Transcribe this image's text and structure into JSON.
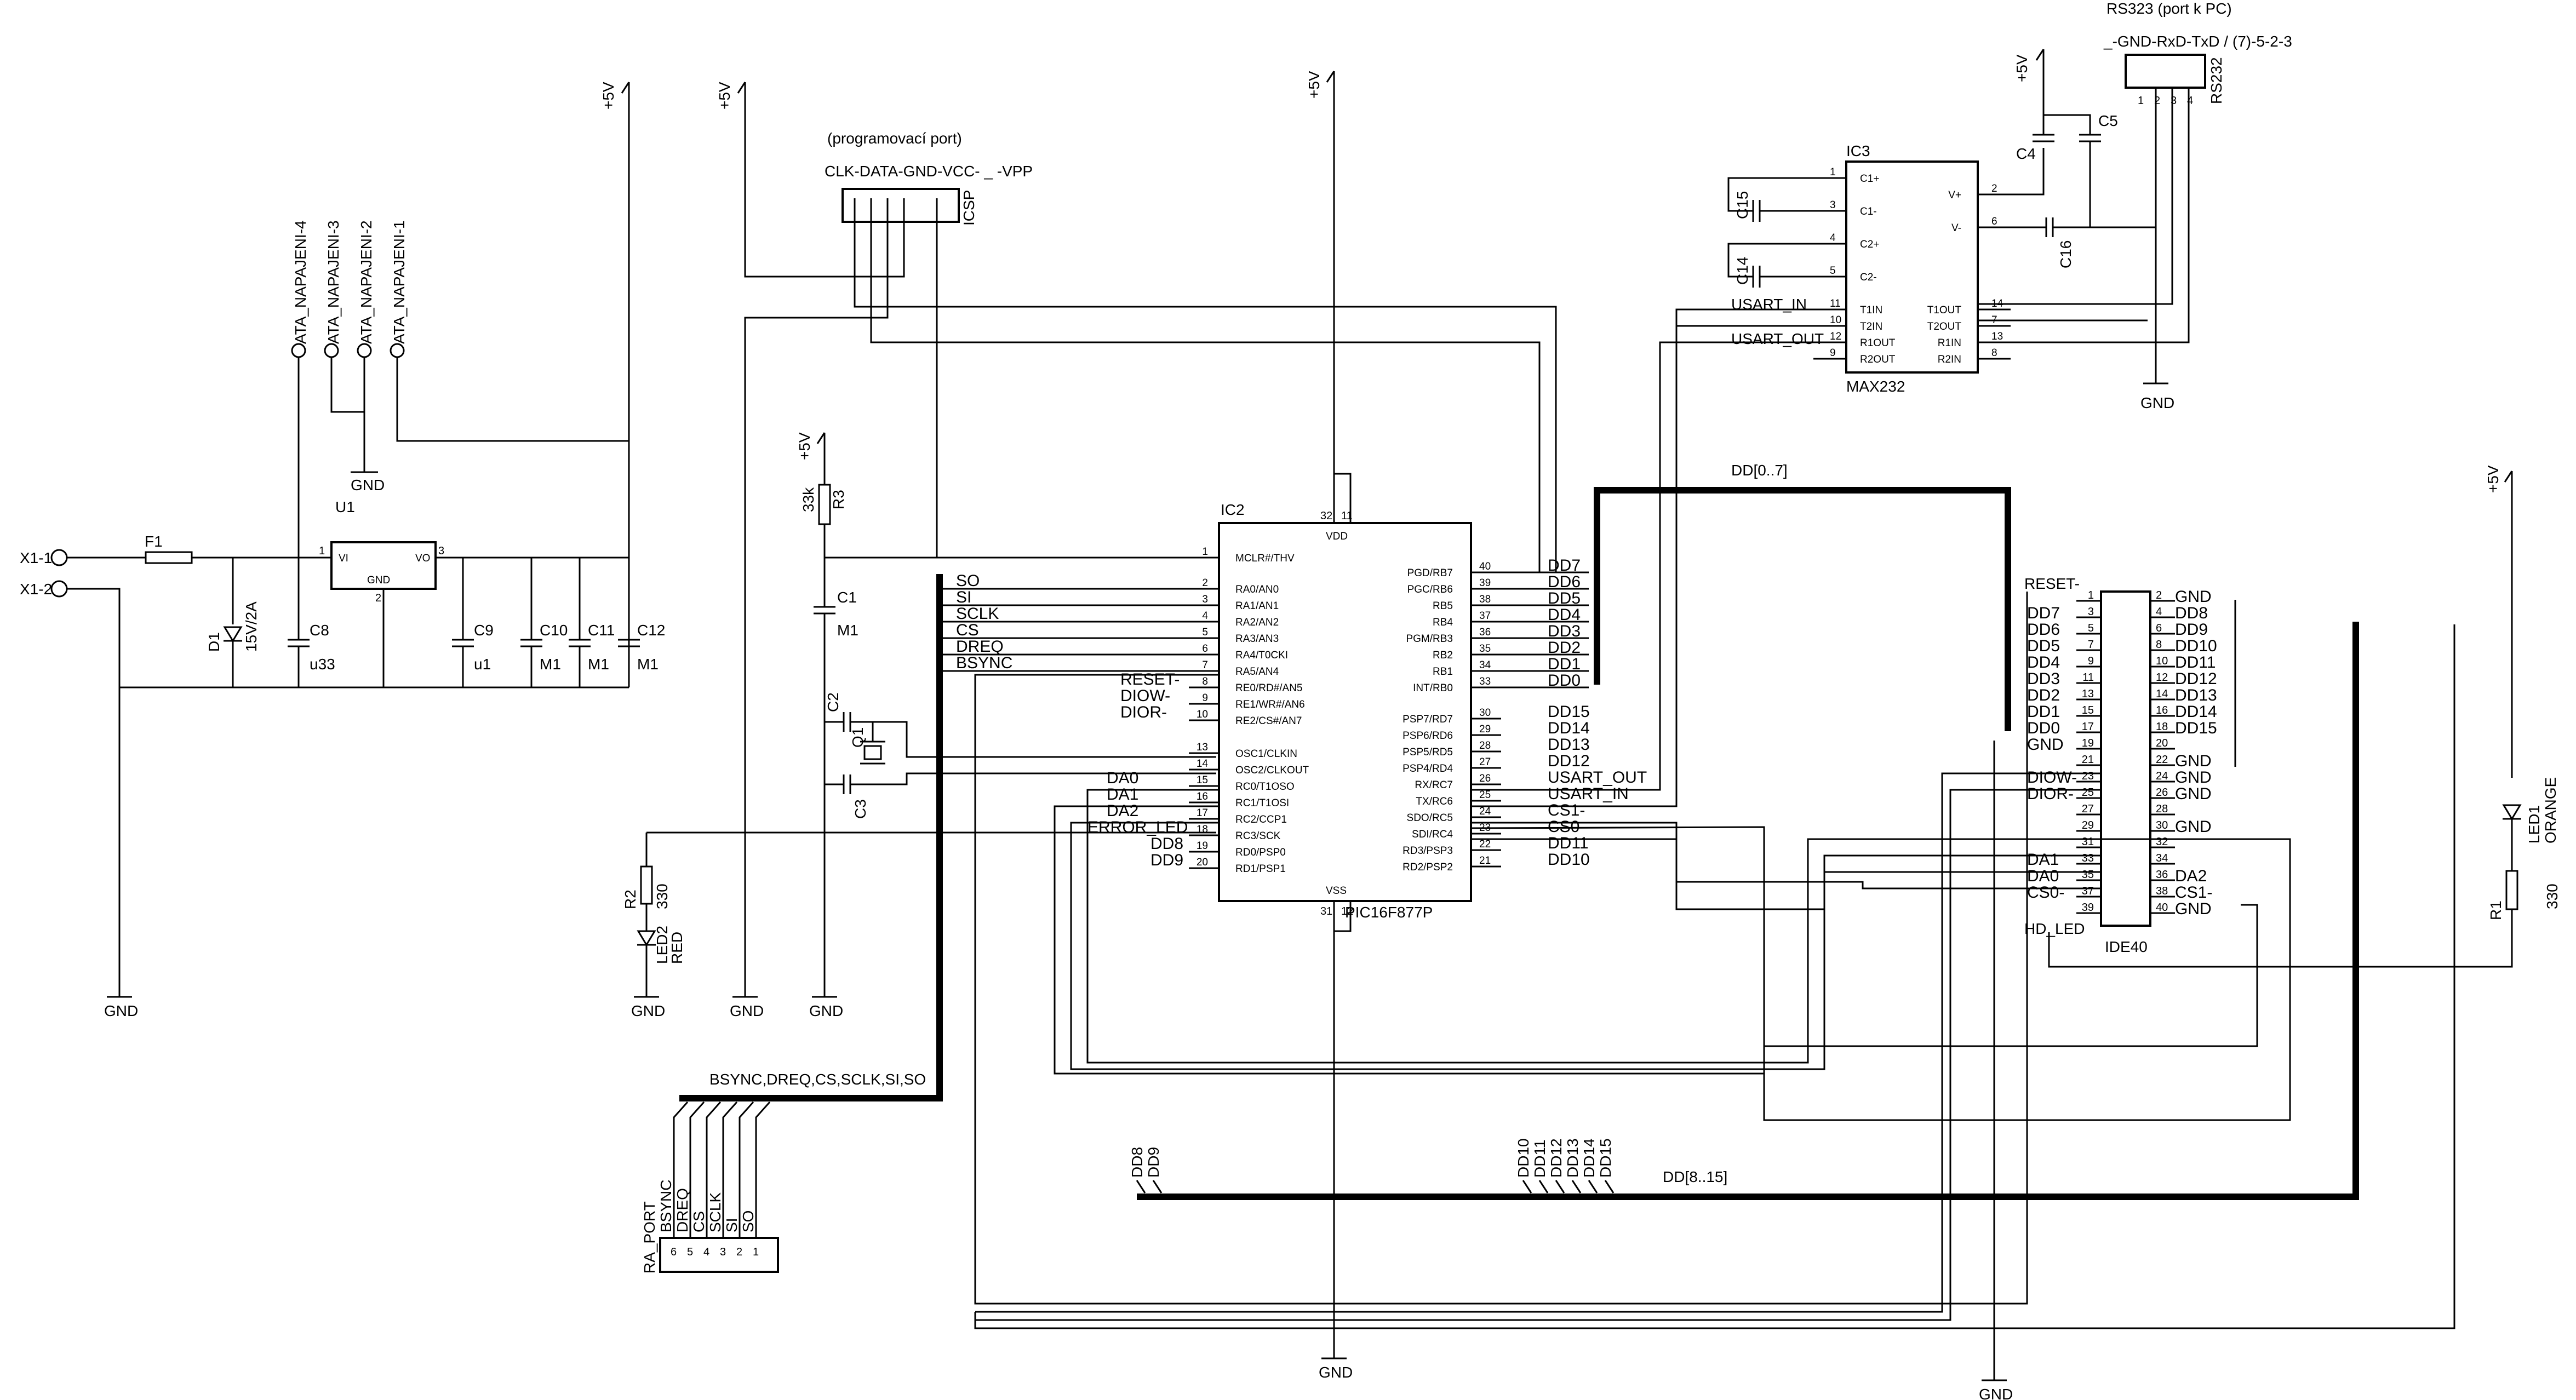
{
  "power": {
    "vcc_label": "+5V",
    "gnd_label": "GND"
  },
  "connectors": {
    "x1_1": "X1-1",
    "x1_2": "X1-2",
    "icsp_title": "(programovací port)",
    "icsp_pins": "CLK-DATA-GND-VCC- _ -VPP",
    "icsp_ref": "ICSP",
    "rs232_title": "RS323 (port k PC)",
    "rs232_pins": "_-GND-RxD-TxD / (7)-5-2-3",
    "rs232_ref": "RS232",
    "ra_port_ref": "RA_PORT",
    "ra_port_bus": "BSYNC,DREQ,CS,SCLK,SI,SO",
    "ra_port_pins": [
      "BSYNC",
      "DREQ",
      "CS",
      "SCLK",
      "SI",
      "SO"
    ],
    "ata_power": [
      "ATA_NAPAJENI-4",
      "ATA_NAPAJENI-3",
      "ATA_NAPAJENI-2",
      "ATA_NAPAJENI-1"
    ]
  },
  "components": {
    "f1": "F1",
    "d1": "D1",
    "d1_val": "15V/2A",
    "u1": "U1",
    "u1_vi": "VI",
    "u1_vo": "VO",
    "u1_gnd": "GND",
    "c8": "C8",
    "c8_val": "u33",
    "c9": "C9",
    "c9_val": "u1",
    "c10": "C10",
    "c10_val": "M1",
    "c11": "C11",
    "c11_val": "M1",
    "c12": "C12",
    "c12_val": "M1",
    "r3": "R3",
    "r3_val": "33k",
    "c1": "C1",
    "c1_val": "M1",
    "c2": "C2",
    "c3": "C3",
    "q1": "Q1",
    "r2": "R2",
    "r2_val": "330",
    "led2": "LED2",
    "led2_val": "RED",
    "r1": "R1",
    "r1_val": "330",
    "led1": "LED1",
    "led1_val": "ORANGE",
    "c4": "C4",
    "c5": "C5",
    "c14": "C14",
    "c15": "C15",
    "c16": "C16"
  },
  "ic2": {
    "ref": "IC2",
    "part": "PIC16F877P",
    "vdd": "VDD",
    "vss": "VSS",
    "left_pins": [
      {
        "num": "1",
        "name": "MCLR#/THV"
      },
      {
        "num": "2",
        "name": "RA0/AN0"
      },
      {
        "num": "3",
        "name": "RA1/AN1"
      },
      {
        "num": "4",
        "name": "RA2/AN2"
      },
      {
        "num": "5",
        "name": "RA3/AN3"
      },
      {
        "num": "6",
        "name": "RA4/T0CKI"
      },
      {
        "num": "7",
        "name": "RA5/AN4"
      },
      {
        "num": "8",
        "name": "RE0/RD#/AN5"
      },
      {
        "num": "9",
        "name": "RE1/WR#/AN6"
      },
      {
        "num": "10",
        "name": "RE2/CS#/AN7"
      },
      {
        "num": "13",
        "name": "OSC1/CLKIN"
      },
      {
        "num": "14",
        "name": "OSC2/CLKOUT"
      },
      {
        "num": "15",
        "name": "RC0/T1OSO"
      },
      {
        "num": "16",
        "name": "RC1/T1OSI"
      },
      {
        "num": "17",
        "name": "RC2/CCP1"
      },
      {
        "num": "18",
        "name": "RC3/SCK"
      },
      {
        "num": "19",
        "name": "RD0/PSP0"
      },
      {
        "num": "20",
        "name": "RD1/PSP1"
      }
    ],
    "right_pins": [
      {
        "num": "40",
        "name": "PGD/RB7"
      },
      {
        "num": "39",
        "name": "PGC/RB6"
      },
      {
        "num": "38",
        "name": "RB5"
      },
      {
        "num": "37",
        "name": "RB4"
      },
      {
        "num": "36",
        "name": "PGM/RB3"
      },
      {
        "num": "35",
        "name": "RB2"
      },
      {
        "num": "34",
        "name": "RB1"
      },
      {
        "num": "33",
        "name": "INT/RB0"
      },
      {
        "num": "30",
        "name": "PSP7/RD7"
      },
      {
        "num": "29",
        "name": "PSP6/RD6"
      },
      {
        "num": "28",
        "name": "PSP5/RD5"
      },
      {
        "num": "27",
        "name": "PSP4/RD4"
      },
      {
        "num": "26",
        "name": "RX/RC7"
      },
      {
        "num": "25",
        "name": "TX/RC6"
      },
      {
        "num": "24",
        "name": "SDO/RC5"
      },
      {
        "num": "23",
        "name": "SDI/RC4"
      },
      {
        "num": "22",
        "name": "RD3/PSP3"
      },
      {
        "num": "21",
        "name": "RD2/PSP2"
      }
    ],
    "left_nets": [
      "SO",
      "SI",
      "SCLK",
      "CS",
      "DREQ",
      "BSYNC",
      "RESET-",
      "DIOW-",
      "DIOR-",
      "DA0",
      "DA1",
      "DA2",
      "ERROR_LED",
      "DD8",
      "DD9"
    ],
    "right_nets": [
      "DD7",
      "DD6",
      "DD5",
      "DD4",
      "DD3",
      "DD2",
      "DD1",
      "DD0",
      "DD15",
      "DD14",
      "DD13",
      "DD12",
      "USART_OUT",
      "USART_IN",
      "CS1-",
      "CS0-",
      "DD11",
      "DD10"
    ]
  },
  "ic3": {
    "ref": "IC3",
    "part": "MAX232",
    "left_pins": [
      {
        "num": "1",
        "name": "C1+"
      },
      {
        "num": "3",
        "name": "C1-"
      },
      {
        "num": "4",
        "name": "C2+"
      },
      {
        "num": "5",
        "name": "C2-"
      },
      {
        "num": "11",
        "name": "T1IN"
      },
      {
        "num": "10",
        "name": "T2IN"
      },
      {
        "num": "12",
        "name": "R1OUT"
      },
      {
        "num": "9",
        "name": "R2OUT"
      }
    ],
    "right_pins": [
      {
        "num": "2",
        "name": "V+"
      },
      {
        "num": "6",
        "name": "V-"
      },
      {
        "num": "14",
        "name": "T1OUT"
      },
      {
        "num": "7",
        "name": "T2OUT"
      },
      {
        "num": "13",
        "name": "R1IN"
      },
      {
        "num": "8",
        "name": "R2IN"
      }
    ],
    "nets": [
      "USART_IN",
      "USART_OUT"
    ]
  },
  "ide": {
    "ref": "IDE40",
    "reset_label": "RESET-",
    "hd_led_label": "HD_LED",
    "rows": [
      {
        "l": "",
        "lp": "1",
        "rp": "2",
        "r": "GND"
      },
      {
        "l": "DD7",
        "lp": "3",
        "rp": "4",
        "r": "DD8"
      },
      {
        "l": "DD6",
        "lp": "5",
        "rp": "6",
        "r": "DD9"
      },
      {
        "l": "DD5",
        "lp": "7",
        "rp": "8",
        "r": "DD10"
      },
      {
        "l": "DD4",
        "lp": "9",
        "rp": "10",
        "r": "DD11"
      },
      {
        "l": "DD3",
        "lp": "11",
        "rp": "12",
        "r": "DD12"
      },
      {
        "l": "DD2",
        "lp": "13",
        "rp": "14",
        "r": "DD13"
      },
      {
        "l": "DD1",
        "lp": "15",
        "rp": "16",
        "r": "DD14"
      },
      {
        "l": "DD0",
        "lp": "17",
        "rp": "18",
        "r": "DD15"
      },
      {
        "l": "GND",
        "lp": "19",
        "rp": "20",
        "r": ""
      },
      {
        "l": "",
        "lp": "21",
        "rp": "22",
        "r": "GND"
      },
      {
        "l": "DIOW-",
        "lp": "23",
        "rp": "24",
        "r": "GND"
      },
      {
        "l": "DIOR-",
        "lp": "25",
        "rp": "26",
        "r": "GND"
      },
      {
        "l": "",
        "lp": "27",
        "rp": "28",
        "r": ""
      },
      {
        "l": "",
        "lp": "29",
        "rp": "30",
        "r": "GND"
      },
      {
        "l": "",
        "lp": "31",
        "rp": "32",
        "r": ""
      },
      {
        "l": "DA1",
        "lp": "33",
        "rp": "34",
        "r": ""
      },
      {
        "l": "DA0",
        "lp": "35",
        "rp": "36",
        "r": "DA2"
      },
      {
        "l": "CS0-",
        "lp": "37",
        "rp": "38",
        "r": "CS1-"
      },
      {
        "l": "",
        "lp": "39",
        "rp": "40",
        "r": "GND"
      }
    ]
  },
  "buses": {
    "low": "DD[0..7]",
    "high": "DD[8..15]",
    "high_taps": [
      "DD8",
      "DD9",
      "DD10",
      "DD11",
      "DD12",
      "DD13",
      "DD14",
      "DD15"
    ]
  }
}
